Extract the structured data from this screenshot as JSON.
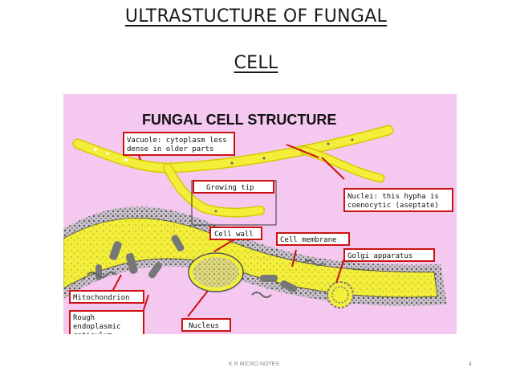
{
  "slide": {
    "title_line1": "ULTRASTUCTURE OF FUNGAL",
    "title_line2": "CELL",
    "footer": "K R MICRO NOTES",
    "page_number": "4"
  },
  "diagram": {
    "heading": "FUNGAL CELL STRUCTURE",
    "labels": {
      "vacuole_1": "Vacuole: cytoplasm less",
      "vacuole_2": "dense in older parts",
      "growing_tip": "Growing tip",
      "nuclei_1": "Nuclei: this hypha is",
      "nuclei_2": "coenocytic (aseptate)",
      "cell_wall": "Cell wall",
      "cell_membrane": "Cell membrane",
      "golgi": "Golgi apparatus",
      "mitochondrion": "Mitochondrion",
      "rer_1": "Rough",
      "rer_2": "endoplasmic",
      "rer_3": "reticulum",
      "nucleus": "Nucleus"
    },
    "colors": {
      "background": "#f5c8f0",
      "cytoplasm": "#f2ee3a",
      "label_border": "#cc1111",
      "wall": "#9a8fa0"
    }
  }
}
